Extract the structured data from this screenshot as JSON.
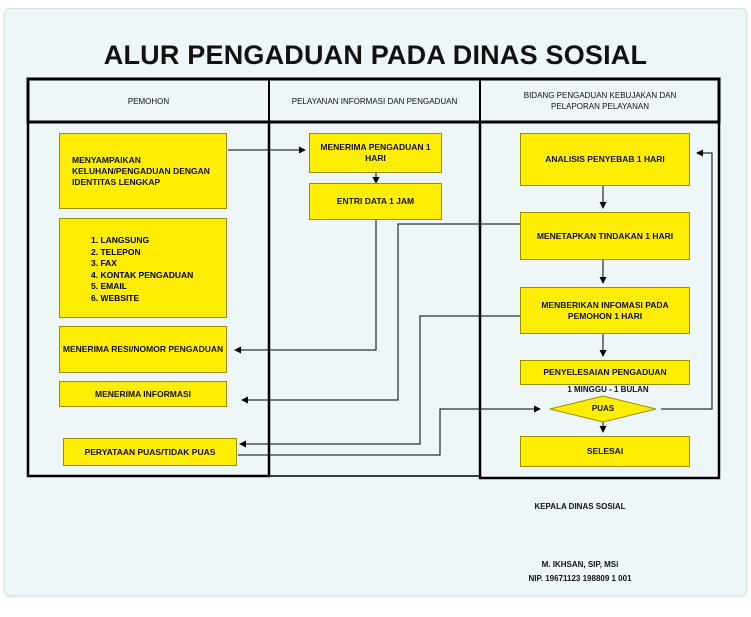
{
  "title": "ALUR PENGADUAN PADA DINAS SOSIAL",
  "columns": [
    "PEMOHON",
    "PELAYANAN INFORMASI DAN PENGADUAN",
    "BIDANG PENGADUAN KEBUJAKAN DAN PELAPORAN PELAYANAN"
  ],
  "pemohon": {
    "menyampaikan": "MENYAMPAIKAN KELUHAN/PENGADUAN DENGAN IDENTITAS LENGKAP",
    "channels": [
      "1. LANGSUNG",
      "2. TELEPON",
      "3. FAX",
      "4. KONTAK PENGADUAN",
      "5. EMAIL",
      "6. WEBSITE"
    ],
    "menerima_resi": "MENERIMA RESI/NOMOR PENGADUAN",
    "menerima_informasi": "MENERIMA INFORMASI",
    "pernyataan": "PERYATAAN PUAS/TIDAK PUAS"
  },
  "pelayanan": {
    "menerima_pengaduan": "MENERIMA PENGADUAN 1 HARI",
    "entri_data": "ENTRI DATA 1 JAM"
  },
  "bidang": {
    "analisis": "ANALISIS PENYEBAB 1 HARI",
    "menetapkan": "MENETAPKAN TINDAKAN 1 HARI",
    "memberikan": "MENBERIKAN INFOMASI PADA PEMOHON 1 HARI",
    "penyelesaian": "PENYELESAIAN PENGADUAN",
    "durasi": "1 MINGGU - 1 BULAN",
    "puas": "PUAS",
    "selesai": "SELESAI"
  },
  "signature": {
    "jabatan": "KEPALA DINAS SOSIAL",
    "nama": "M. IKHSAN, SIP, MSi",
    "nip": "NIP. 19671123 198809 1 001"
  }
}
